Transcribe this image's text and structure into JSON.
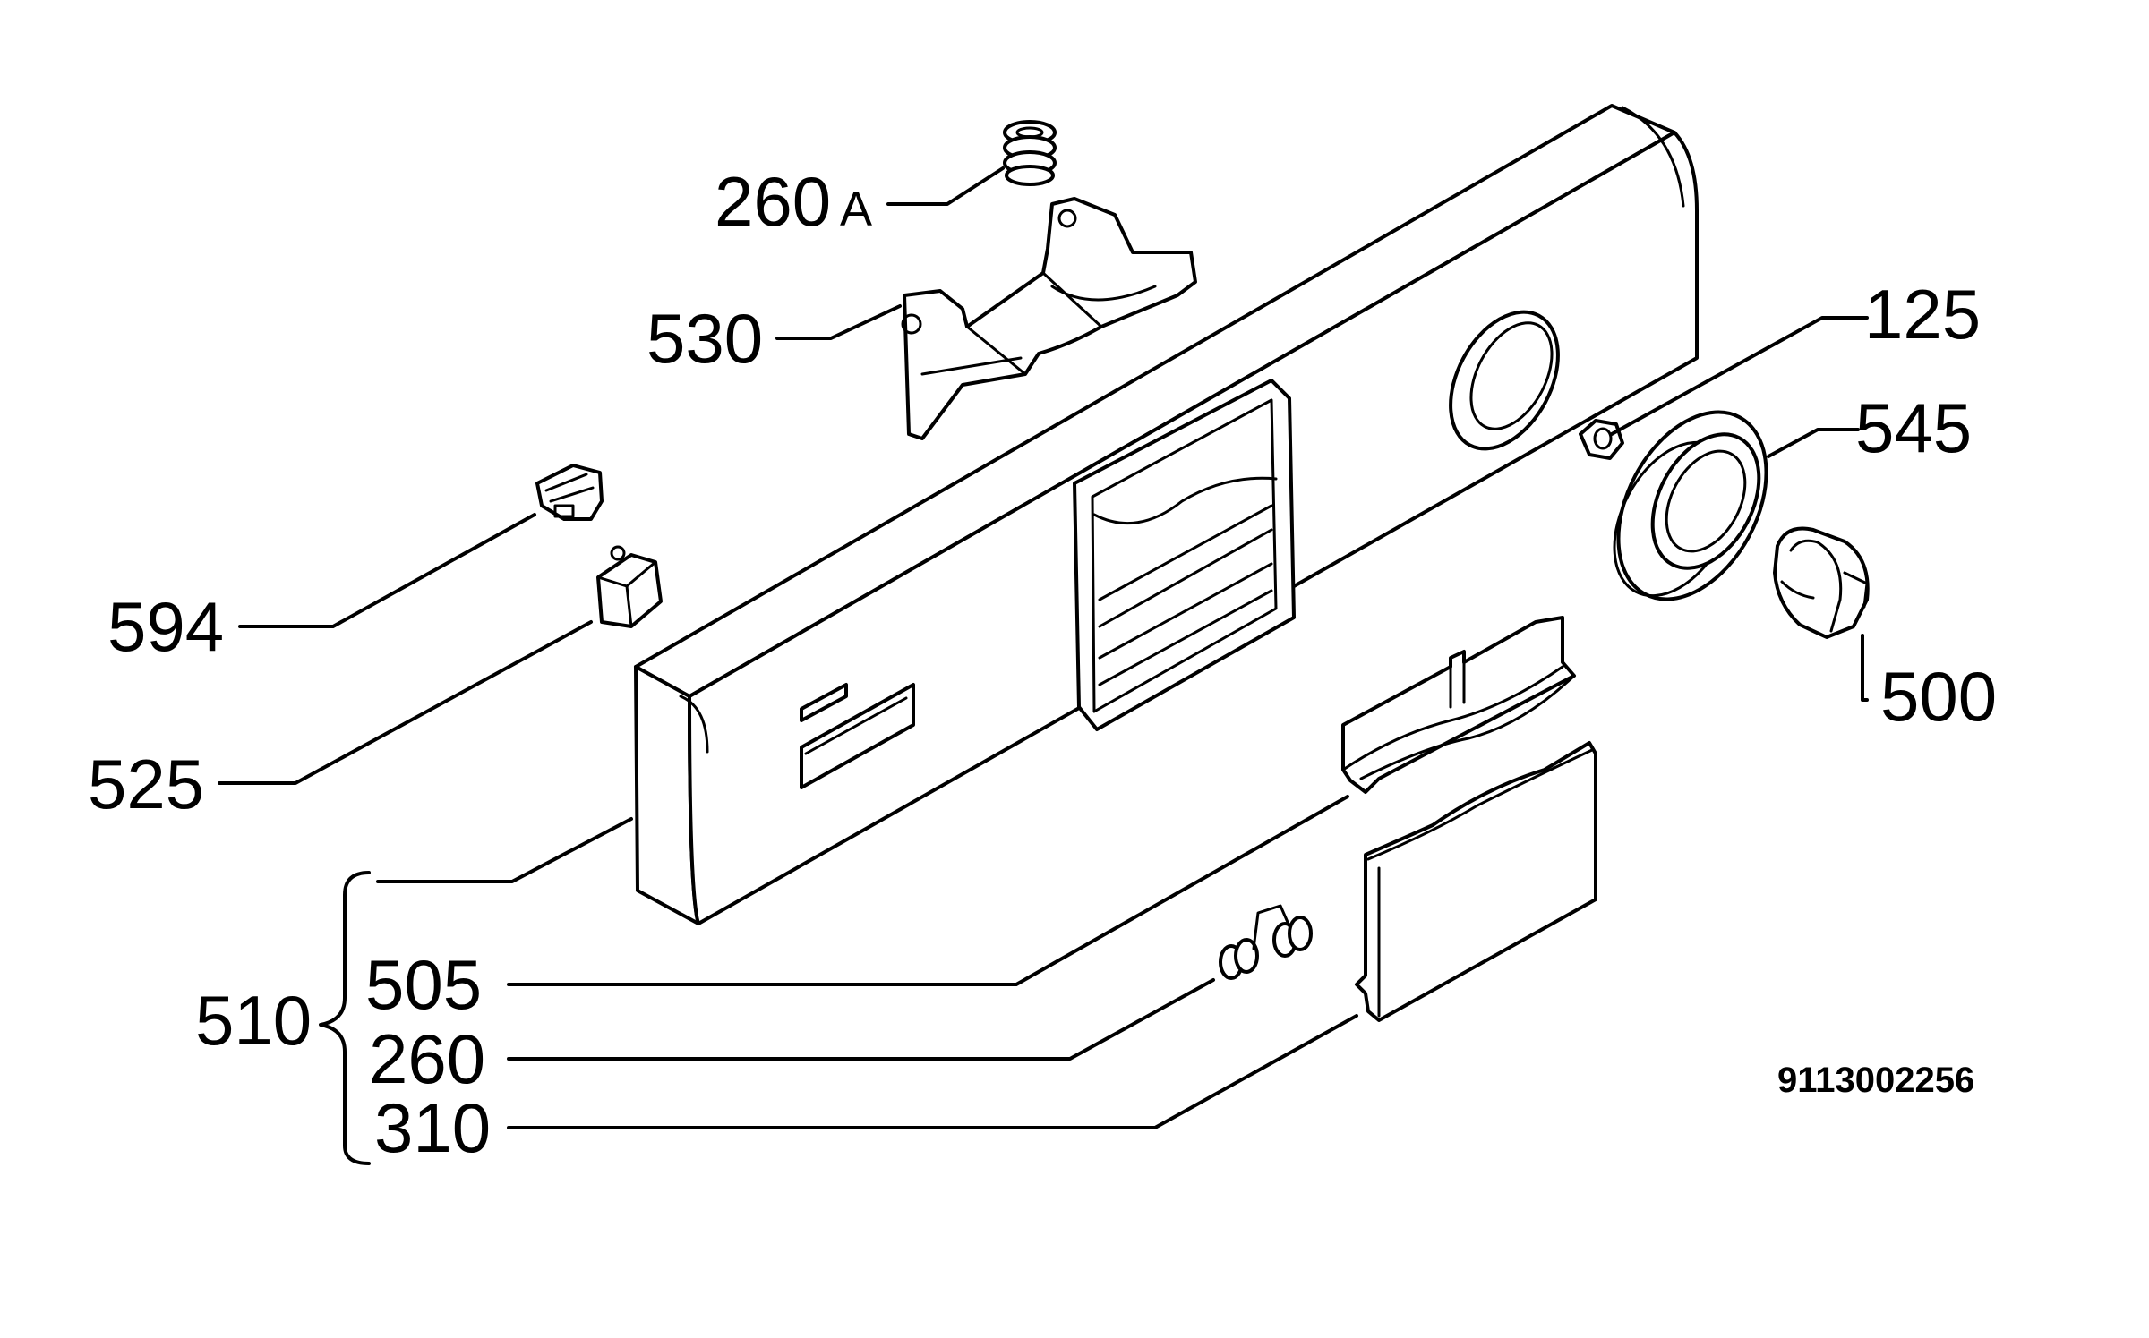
{
  "diagram": {
    "document_number": "9113002256",
    "callouts": {
      "p260a_main": "260",
      "p260a_suffix": "A",
      "p530": "530",
      "p594": "594",
      "p525": "525",
      "p510": "510",
      "p505": "505",
      "p260": "260",
      "p310": "310",
      "p125": "125",
      "p545": "545",
      "p500": "500"
    }
  }
}
